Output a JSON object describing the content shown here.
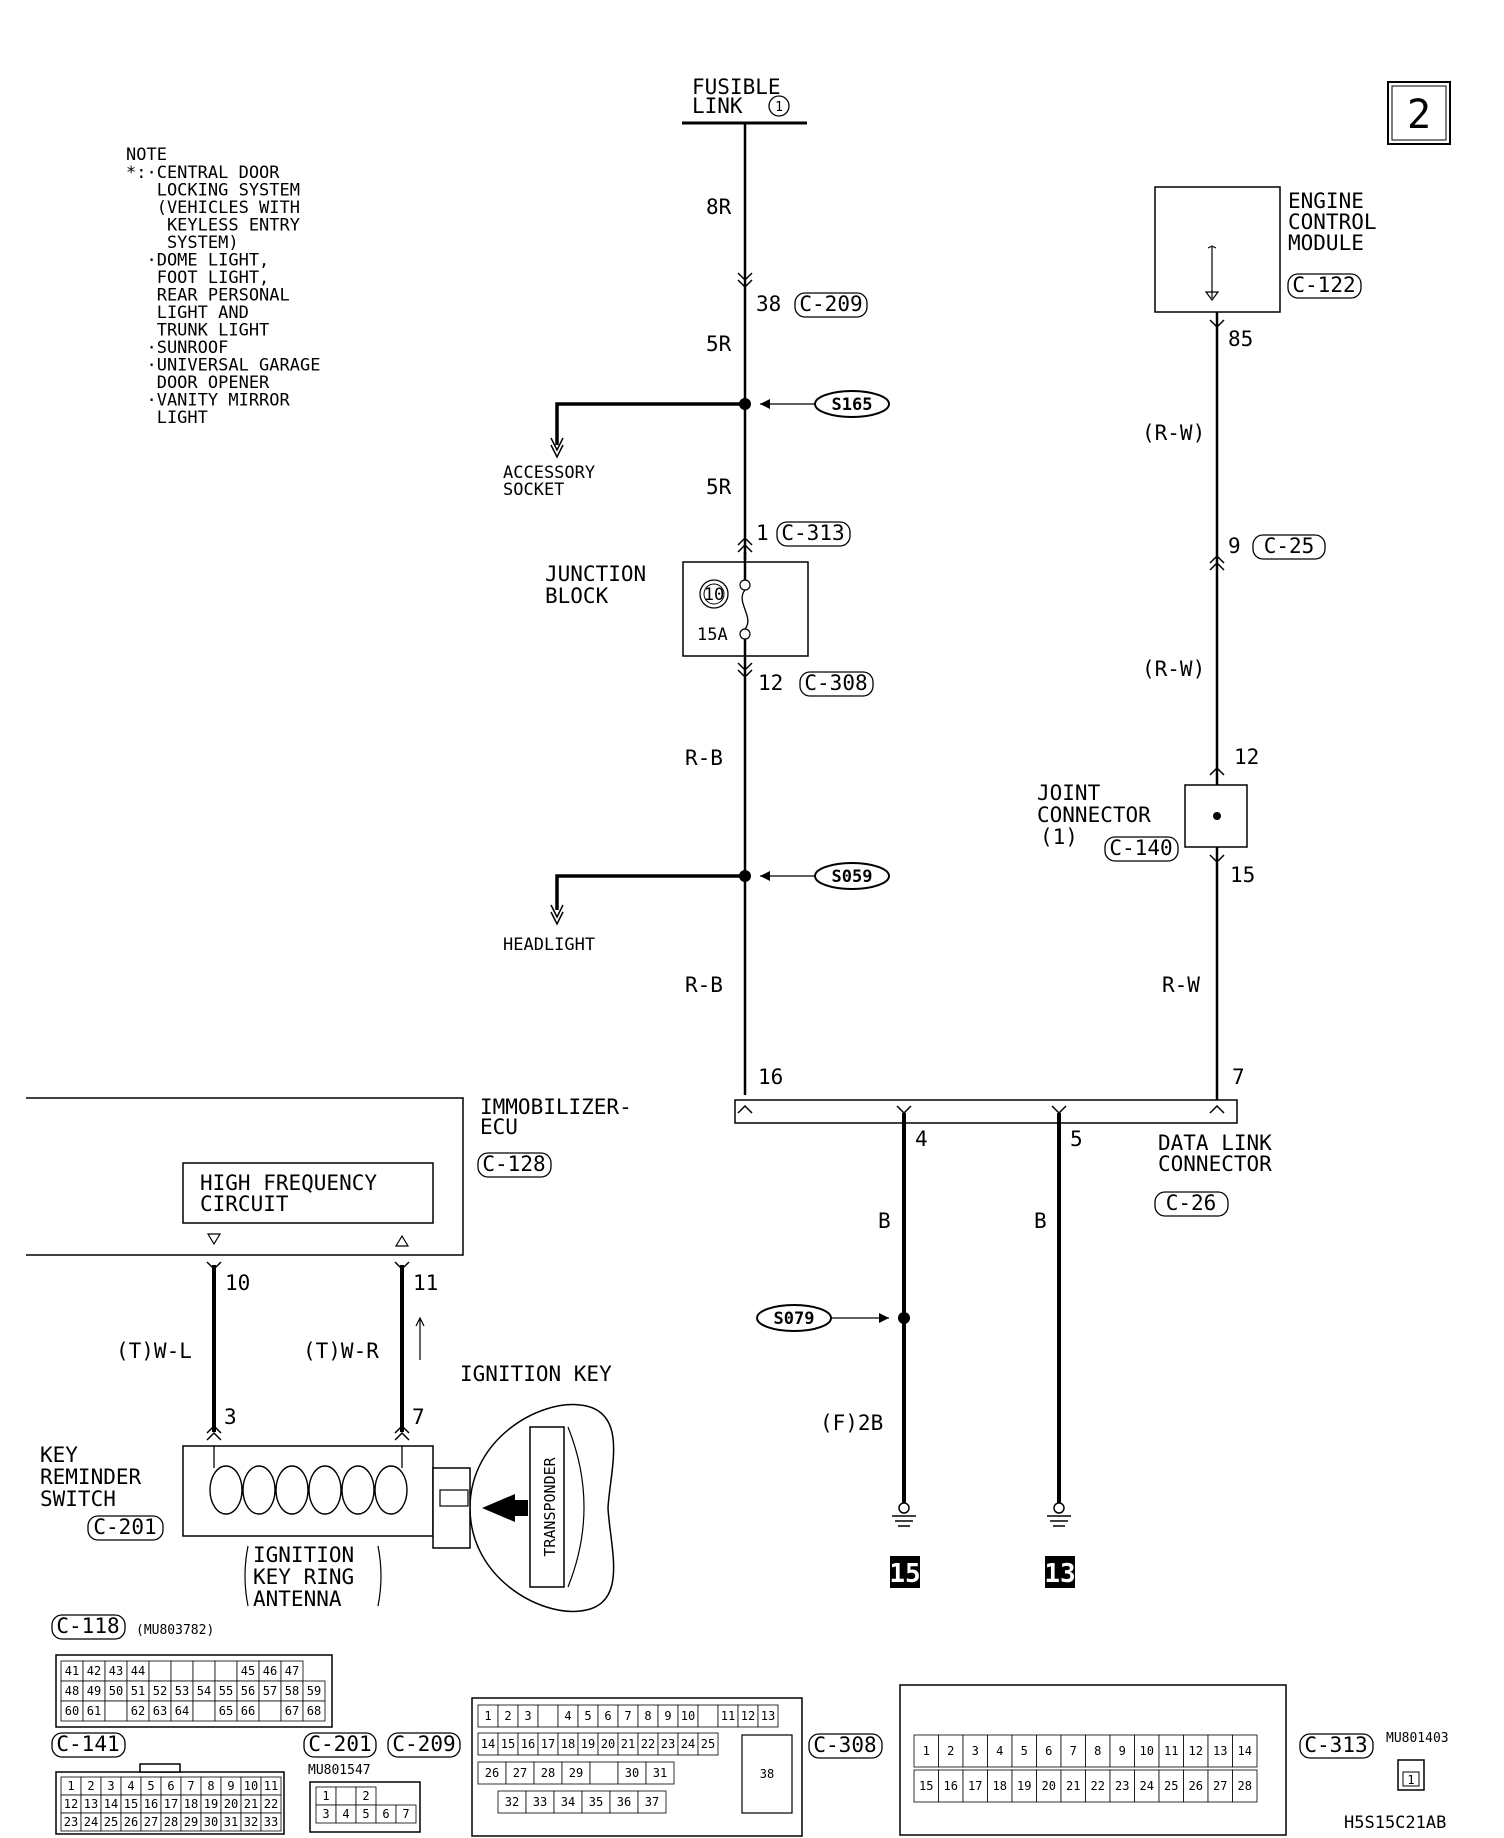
{
  "page_number": "2",
  "diagram_code": "H5S15C21AB",
  "note": {
    "title": "NOTE",
    "lines": [
      "*:·CENTRAL DOOR",
      "   LOCKING SYSTEM",
      "   (VEHICLES WITH",
      "    KEYLESS ENTRY",
      "    SYSTEM)",
      "  ·DOME LIGHT,",
      "   FOOT LIGHT,",
      "   REAR PERSONAL",
      "   LIGHT AND",
      "   TRUNK LIGHT",
      "  ·SUNROOF",
      "  ·UNIVERSAL GARAGE",
      "   DOOR OPENER",
      "  ·VANITY MIRROR",
      "   LIGHT"
    ]
  },
  "fusible_link": {
    "line1": "FUSIBLE",
    "line2": "LINK",
    "number": "1"
  },
  "left_circuit": {
    "wire_8r": "8R",
    "c209_pin": "38",
    "c209": "C-209",
    "wire_5r_a": "5R",
    "s165": "S165",
    "accessory_1": "ACCESSORY",
    "accessory_2": "SOCKET",
    "wire_5r_b": "5R",
    "c313_pin": "1",
    "c313": "C-313",
    "junction_1": "JUNCTION",
    "junction_2": "BLOCK",
    "fuse_num": "10",
    "fuse_amp": "15A",
    "c308_pin": "12",
    "c308": "C-308",
    "wire_rb_a": "R-B",
    "s059": "S059",
    "headlight": "HEADLIGHT",
    "wire_rb_b": "R-B",
    "dlc_pin_16": "16"
  },
  "right_circuit": {
    "ecm_1": "ENGINE",
    "ecm_2": "CONTROL",
    "ecm_3": "MODULE",
    "ecm_conn": "C-122",
    "pin_85": "85",
    "wire_rw_a": "(R-W)",
    "c25_pin": "9",
    "c25": "C-25",
    "wire_rw_b": "(R-W)",
    "jc_pin_12": "12",
    "jc_1": "JOINT",
    "jc_2": "CONNECTOR",
    "jc_3": "(1)",
    "jc_conn": "C-140",
    "jc_pin_15": "15",
    "wire_rw_c": "R-W",
    "dlc_pin_7": "7"
  },
  "dlc": {
    "label_1": "DATA LINK",
    "label_2": "CONNECTOR",
    "conn": "C-26",
    "pin_4": "4",
    "pin_5": "5",
    "wire_b_1": "B",
    "wire_b_2": "B",
    "s079": "S079",
    "wire_f2b": "(F)2B",
    "ground_15": "15",
    "ground_13": "13"
  },
  "immobilizer": {
    "label_1": "IMMOBILIZER-",
    "label_2": "ECU",
    "conn": "C-128",
    "hf_1": "HIGH FREQUENCY",
    "hf_2": "CIRCUIT",
    "pin_10": "10",
    "pin_11": "11",
    "wire_wl": "(T)W-L",
    "wire_wr": "(T)W-R",
    "ignition_key": "IGNITION KEY",
    "pin_3": "3",
    "pin_7": "7",
    "key_1": "KEY",
    "key_2": "REMINDER",
    "key_3": "SWITCH",
    "key_conn": "C-201",
    "ant_1": "IGNITION",
    "ant_2": "KEY RING",
    "ant_3": "ANTENNA",
    "transponder": "TRANSPONDER"
  },
  "connectors": {
    "c118": "C-118",
    "c118_part": "(MU803782)",
    "c118_rows": [
      [
        "41",
        "42",
        "43",
        "44",
        "",
        "",
        "",
        "",
        "45",
        "46",
        "47"
      ],
      [
        "48",
        "49",
        "50",
        "51",
        "52",
        "53",
        "54",
        "55",
        "56",
        "57",
        "58",
        "59"
      ],
      [
        "60",
        "61",
        "",
        "62",
        "63",
        "64",
        "",
        "65",
        "66",
        "",
        "67",
        "68"
      ]
    ],
    "c141": "C-141",
    "c141_rows": [
      [
        "1",
        "2",
        "3",
        "4",
        "5",
        "6",
        "7",
        "8",
        "9",
        "10",
        "11"
      ],
      [
        "12",
        "13",
        "14",
        "15",
        "16",
        "17",
        "18",
        "19",
        "20",
        "21",
        "22"
      ],
      [
        "23",
        "24",
        "25",
        "26",
        "27",
        "28",
        "29",
        "30",
        "31",
        "32",
        "33"
      ]
    ],
    "c201": "C-201",
    "c209": "C-209",
    "c201_part": "MU801547",
    "c201_rows": [
      [
        "1",
        "",
        "2"
      ],
      [
        "3",
        "4",
        "5",
        "6",
        "7"
      ]
    ],
    "c308": "C-308",
    "c308_row1": [
      "1",
      "2",
      "3",
      "",
      "4",
      "5",
      "6",
      "7",
      "8",
      "9",
      "10",
      "",
      "11",
      "12",
      "13"
    ],
    "c308_row2": [
      "14",
      "15",
      "16",
      "17",
      "18",
      "19",
      "20",
      "21",
      "22",
      "23",
      "24",
      "25"
    ],
    "c308_row3": [
      "26",
      "27",
      "28",
      "29",
      "",
      "30",
      "31"
    ],
    "c308_row4": [
      "32",
      "33",
      "34",
      "35",
      "36",
      "37"
    ],
    "c308_38": "38",
    "c313": "C-313",
    "c313_part": "MU801403",
    "c313_pin": "1",
    "c313_row1": [
      "1",
      "2",
      "3",
      "4",
      "5",
      "6",
      "7",
      "8",
      "9",
      "10",
      "11",
      "12",
      "13",
      "14"
    ],
    "c313_row2": [
      "15",
      "16",
      "17",
      "18",
      "19",
      "20",
      "21",
      "22",
      "23",
      "24",
      "25",
      "26",
      "27",
      "28"
    ]
  }
}
